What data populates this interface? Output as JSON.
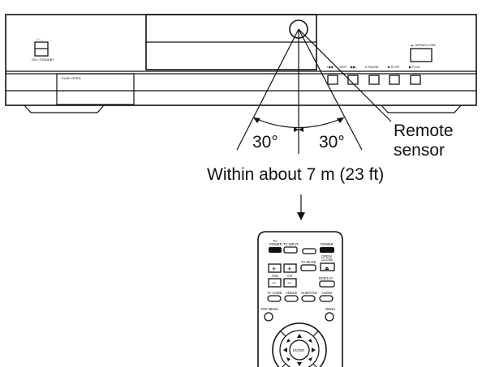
{
  "player": {
    "power_symbol": "I / ◡",
    "on_standby_label": "ON / STANDBY",
    "push_open_label": "PUSH OPEN",
    "open_close_label": "▲ OPEN/CLOSE",
    "prev_label": "I◀◀",
    "skip_label": "SKIP",
    "next_label": "▶▶I",
    "pause_label": "II PAUSE",
    "stop_label": "■ STOP",
    "play_label": "▶ PLAY"
  },
  "diagram": {
    "angle_left": "30°",
    "angle_right": "30°",
    "sensor_label_line1": "Remote",
    "sensor_label_line2": "sensor",
    "distance_label": "Within about 7 m (23 ft)"
  },
  "remote": {
    "tv_power": "TV\nPOWER",
    "tv_input": "TV INPUT",
    "power": "POWER",
    "open_close": "OPEN/\nCLOSE",
    "tv_mute": "TV MUTE",
    "vol": "VOL",
    "ch": "CH",
    "display": "DISPLAY",
    "tv_code": "TV CODE",
    "angle": "ANGLE",
    "subtitle": "SUBTITLE",
    "audio": "AUDIO",
    "top_menu": "TOP MENU",
    "menu": "MENU",
    "enter": "ENTER"
  }
}
